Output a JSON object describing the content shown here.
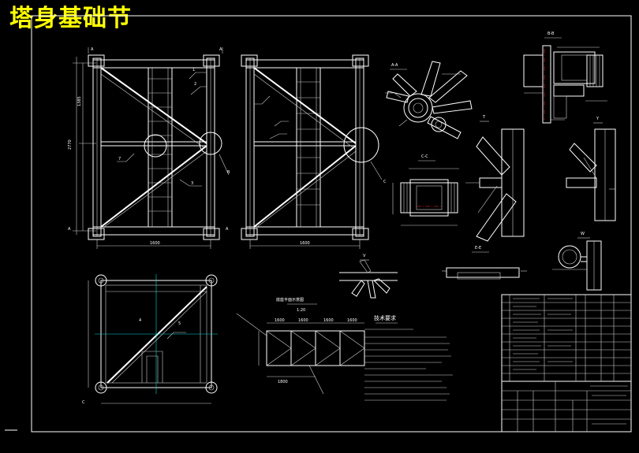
{
  "title": "塔身基础节",
  "colors": {
    "title": "#ffff00",
    "lines": "#ffffff",
    "background": "#000000"
  },
  "notes": {
    "heading": "技术要求"
  },
  "plan_heading": "底座平面示意图"
}
